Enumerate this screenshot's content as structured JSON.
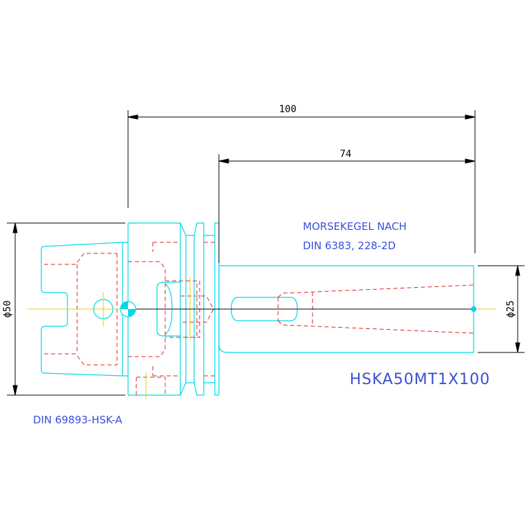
{
  "drawing": {
    "colors": {
      "outline": "#00d8e8",
      "hidden": "#e02020",
      "dimension": "#000000",
      "text": "#3a4fd6",
      "centerline": "#e6d200"
    },
    "dimensions": {
      "overall_length": "100",
      "taper_length": "74",
      "flange_diameter": "ϕ50",
      "shank_diameter": "ϕ25"
    },
    "notes": {
      "taper_line1": "MORSEKEGEL NACH",
      "taper_line2": "DIN 6383, 228-2D",
      "standard": "DIN 69893-HSK-A",
      "part_number": "HSKA50MT1X100"
    }
  }
}
